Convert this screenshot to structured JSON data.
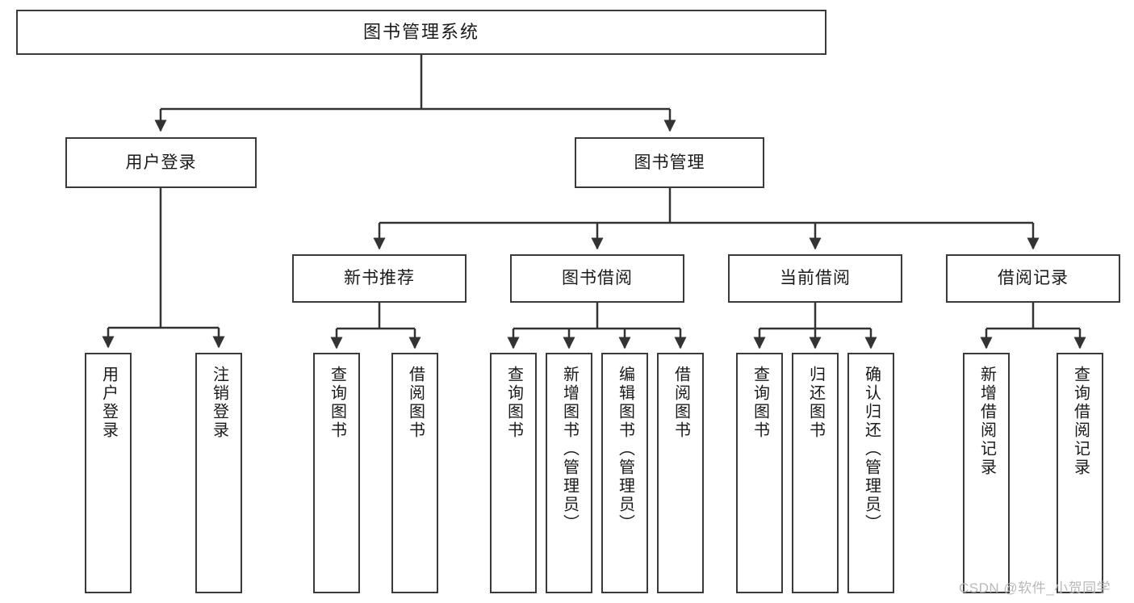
{
  "diagram": {
    "type": "tree",
    "orientation": "top-down",
    "title": "图书管理系统",
    "colors": {
      "box_border": "#3a3a3a",
      "box_fill": "#ffffff",
      "connector": "#333333",
      "text": "#1a1a1a",
      "watermark": "#b9b9b9",
      "background": "#ffffff"
    },
    "root": {
      "label": "图书管理系统"
    },
    "level2": [
      {
        "label": "用户登录"
      },
      {
        "label": "图书管理"
      }
    ],
    "level3": [
      {
        "label": "新书推荐",
        "parent": "图书管理"
      },
      {
        "label": "图书借阅",
        "parent": "图书管理"
      },
      {
        "label": "当前借阅",
        "parent": "图书管理"
      },
      {
        "label": "借阅记录",
        "parent": "图书管理"
      }
    ],
    "leaves": {
      "用户登录": [
        {
          "label": "用户登录"
        },
        {
          "label": "注销登录"
        }
      ],
      "新书推荐": [
        {
          "label": "查询图书"
        },
        {
          "label": "借阅图书"
        }
      ],
      "图书借阅": [
        {
          "label": "查询图书"
        },
        {
          "label": "新增图书（管理员）"
        },
        {
          "label": "编辑图书（管理员）"
        },
        {
          "label": "借阅图书"
        }
      ],
      "当前借阅": [
        {
          "label": "查询图书"
        },
        {
          "label": "归还图书"
        },
        {
          "label": "确认归还（管理员）"
        }
      ],
      "借阅记录": [
        {
          "label": "新增借阅记录"
        },
        {
          "label": "查询借阅记录"
        }
      ]
    }
  },
  "watermark": {
    "text": "CSDN @软件_小贺同学"
  }
}
